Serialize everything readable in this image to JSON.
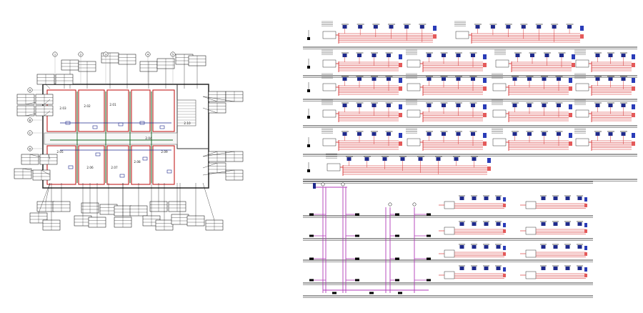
{
  "drawing": {
    "type": "building services drawing sheet",
    "left_panel": "floor plan with room tag callouts",
    "right_panel_upper": "heating circuit riser schematics",
    "right_panel_lower": "vertical riser schematic with distribution manifolds"
  },
  "floor_plan": {
    "room_codes": [
      "2.03",
      "2.02",
      "2.01",
      "2.10",
      "2.04",
      "2.05",
      "2.06",
      "2.07",
      "2.08",
      "2.09"
    ],
    "grid_markers": [
      "1",
      "2",
      "3",
      "4",
      "5",
      "A",
      "B",
      "C",
      "D"
    ]
  },
  "colors": {
    "heating_pipe": "#d32020",
    "riser_pipe": "#b03ab8",
    "fixture": "#1f2a8c",
    "plan_wall": "#333333",
    "plan_accent": "#1b6b2a",
    "line": "#000000"
  }
}
